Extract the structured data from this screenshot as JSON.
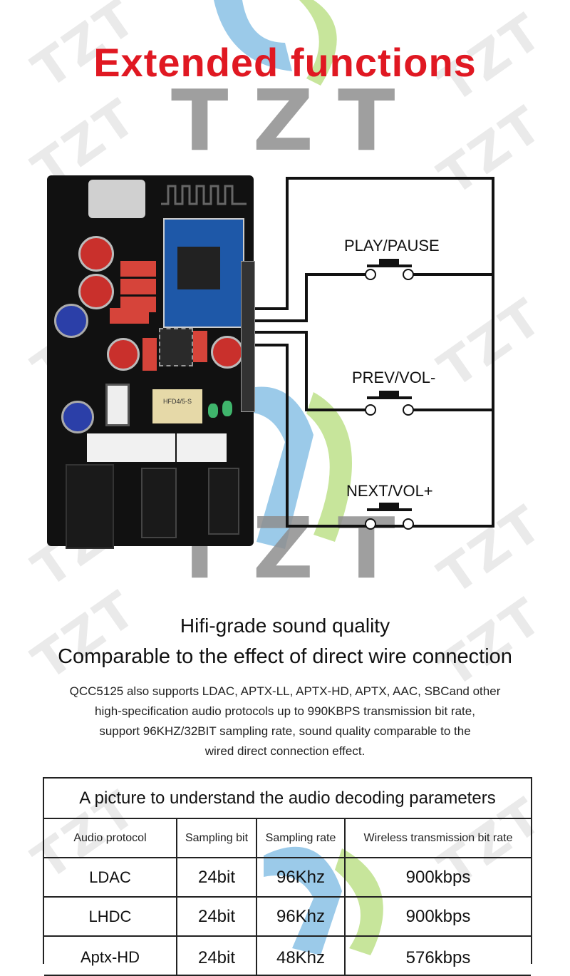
{
  "title": "Extended functions",
  "watermark": "TZT",
  "buttons": [
    {
      "label": "PLAY/PAUSE"
    },
    {
      "label": "PREV/VOL-"
    },
    {
      "label": "NEXT/VOL+"
    }
  ],
  "board": {
    "relay_label": "HFD4/5-S"
  },
  "headline": "Hifi-grade sound quality",
  "subheadline": "Comparable to the effect of direct wire connection",
  "description": [
    "QCC5125 also supports LDAC, APTX-LL, APTX-HD, APTX, AAC, SBCand other",
    "high-specification audio protocols up to 990KBPS transmission bit rate,",
    "support 96KHZ/32BIT sampling rate, sound quality comparable to the",
    "wired direct connection effect."
  ],
  "table": {
    "title": "A picture to understand the audio decoding parameters",
    "headers": [
      "Audio protocol",
      "Sampling bit",
      "Sampling rate",
      "Wireless transmission bit rate"
    ],
    "rows": [
      [
        "LDAC",
        "24bit",
        "96Khz",
        "900kbps"
      ],
      [
        "LHDC",
        "24bit",
        "96Khz",
        "900kbps"
      ],
      [
        "Aptx-HD",
        "24bit",
        "48Khz",
        "576kbps"
      ]
    ]
  },
  "colors": {
    "title": "#e01822",
    "board": "#111111",
    "lines": "#111111"
  }
}
